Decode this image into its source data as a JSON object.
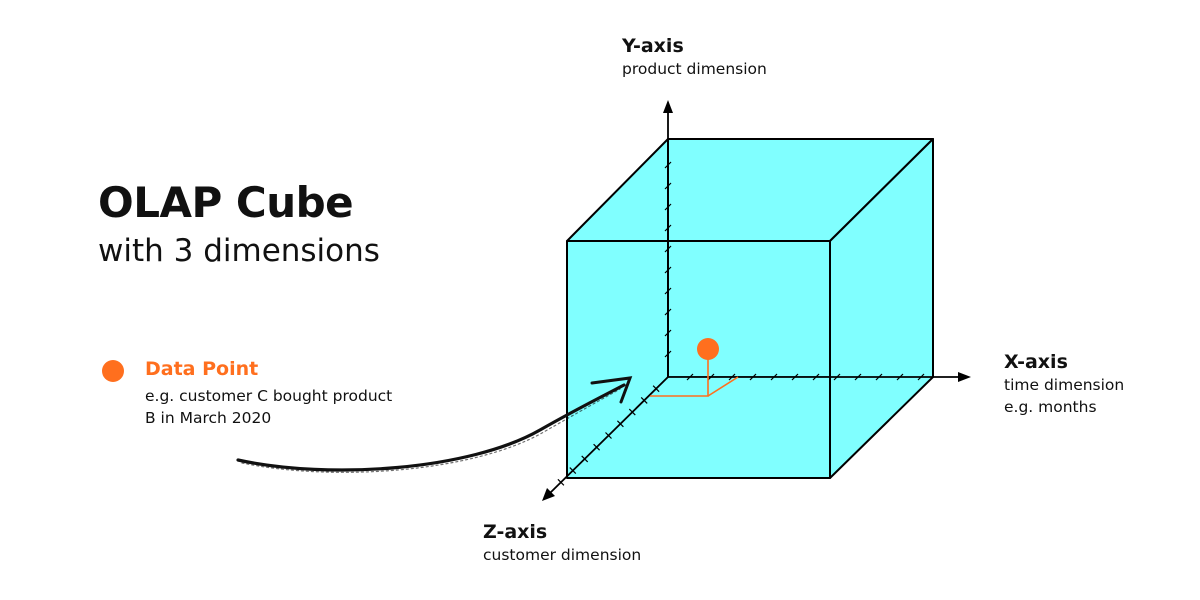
{
  "title": "OLAP Cube",
  "subtitle": "with 3 dimensions",
  "data_point": {
    "label": "Data Point",
    "description": "e.g. customer C bought product B in March 2020"
  },
  "axes": {
    "y": {
      "label": "Y-axis",
      "description": "product dimension"
    },
    "x": {
      "label": "X-axis",
      "description": "time dimension",
      "example": "e.g. months"
    },
    "z": {
      "label": "Z-axis",
      "description": "customer dimension"
    }
  },
  "colors": {
    "cube_fill": "#80ffff",
    "accent": "#ff6f1e",
    "stroke": "#000000"
  }
}
